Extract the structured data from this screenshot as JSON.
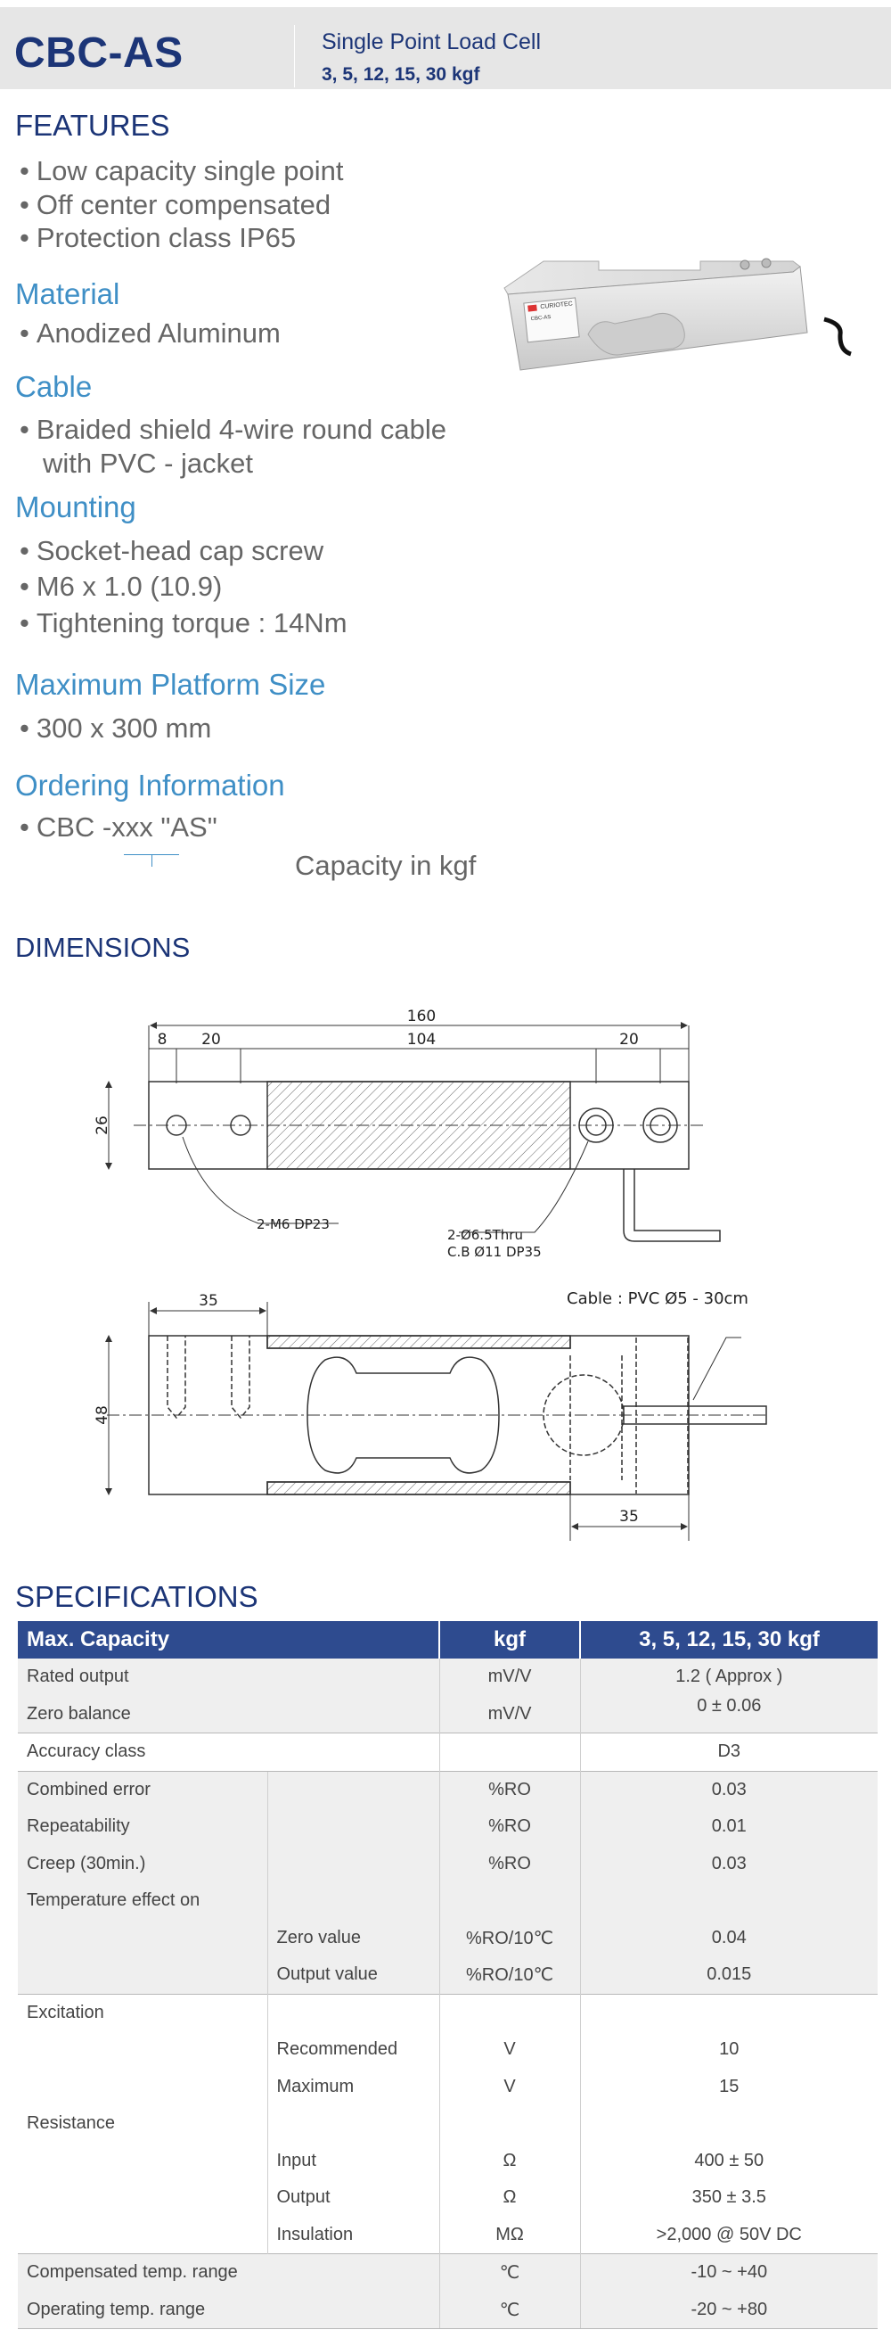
{
  "header": {
    "title": "CBC-AS",
    "subtitle": "Single Point Load Cell",
    "capacities": "3, 5, 12, 15, 30 kgf"
  },
  "features": {
    "heading": "FEATURES",
    "items": [
      "Low capacity single point",
      "Off center compensated",
      "Protection class IP65"
    ]
  },
  "material": {
    "heading": "Material",
    "items": [
      "Anodized Aluminum"
    ]
  },
  "cable": {
    "heading": "Cable",
    "line1": "Braided shield 4-wire round cable",
    "line2": "with PVC - jacket"
  },
  "mounting": {
    "heading": "Mounting",
    "items": [
      "Socket-head cap screw",
      "M6 x 1.0 (10.9)",
      "Tightening torque : 14Nm"
    ]
  },
  "platform": {
    "heading": "Maximum Platform Size",
    "items": [
      "300 x 300 mm"
    ]
  },
  "ordering": {
    "heading": "Ordering Information",
    "code": "CBC -xxx \"AS\"",
    "note": "Capacity in kgf"
  },
  "photo_label": {
    "brand": "CURIOTEC",
    "model": "CBC-AS"
  },
  "dimensions": {
    "heading": "DIMENSIONS",
    "total": "160",
    "d8": "8",
    "d20a": "20",
    "d104": "104",
    "d20b": "20",
    "h26": "26",
    "note_m6": "2-M6 DP23",
    "note_thru": "2-Ø6.5Thru",
    "note_cb": "C.B Ø11 DP35",
    "d35a": "35",
    "d35b": "35",
    "h48": "48",
    "cable": "Cable : PVC Ø5 - 30cm"
  },
  "specifications": {
    "heading": "SPECIFICATIONS",
    "header": [
      "Max. Capacity",
      "kgf",
      "3, 5, 12, 15, 30 kgf"
    ],
    "rows": [
      {
        "c1": "Rated output",
        "c2": "",
        "unit": "mV/V",
        "value": "1.2 ( Approx )"
      },
      {
        "c1": "Zero balance",
        "c2": "",
        "unit": "mV/V",
        "value": "0 ± 0.06"
      },
      {
        "c1": "Accuracy class",
        "c2": "",
        "unit": "",
        "value": "D3"
      },
      {
        "c1": "Combined error",
        "c2": "",
        "unit": "%RO",
        "value": "0.03"
      },
      {
        "c1": "Repeatability",
        "c2": "",
        "unit": "%RO",
        "value": "0.01"
      },
      {
        "c1": "Creep (30min.)",
        "c2": "",
        "unit": "%RO",
        "value": "0.03"
      },
      {
        "c1": "Temperature effect on",
        "c2": "",
        "unit": "",
        "value": ""
      },
      {
        "c1": "",
        "c2": "Zero value",
        "unit": "%RO/10℃",
        "value": "0.04"
      },
      {
        "c1": "",
        "c2": "Output  value",
        "unit": "%RO/10℃",
        "value": "0.015"
      },
      {
        "c1": "Excitation",
        "c2": "",
        "unit": "",
        "value": ""
      },
      {
        "c1": "",
        "c2": "Recommended",
        "unit": "V",
        "value": "10"
      },
      {
        "c1": "",
        "c2": "Maximum",
        "unit": "V",
        "value": "15"
      },
      {
        "c1": "Resistance",
        "c2": "",
        "unit": "",
        "value": ""
      },
      {
        "c1": "",
        "c2": "Input",
        "unit": "Ω",
        "value": "400 ± 50"
      },
      {
        "c1": "",
        "c2": "Output",
        "unit": "Ω",
        "value": "350 ± 3.5"
      },
      {
        "c1": "",
        "c2": "Insulation",
        "unit": "MΩ",
        "value": ">2,000 @ 50V DC"
      },
      {
        "c1": "Compensated temp. range",
        "c2": "",
        "unit": "℃",
        "value": "-10 ~ +40"
      },
      {
        "c1": "Operating temp. range",
        "c2": "",
        "unit": "℃",
        "value": "-20 ~ +80"
      }
    ]
  }
}
